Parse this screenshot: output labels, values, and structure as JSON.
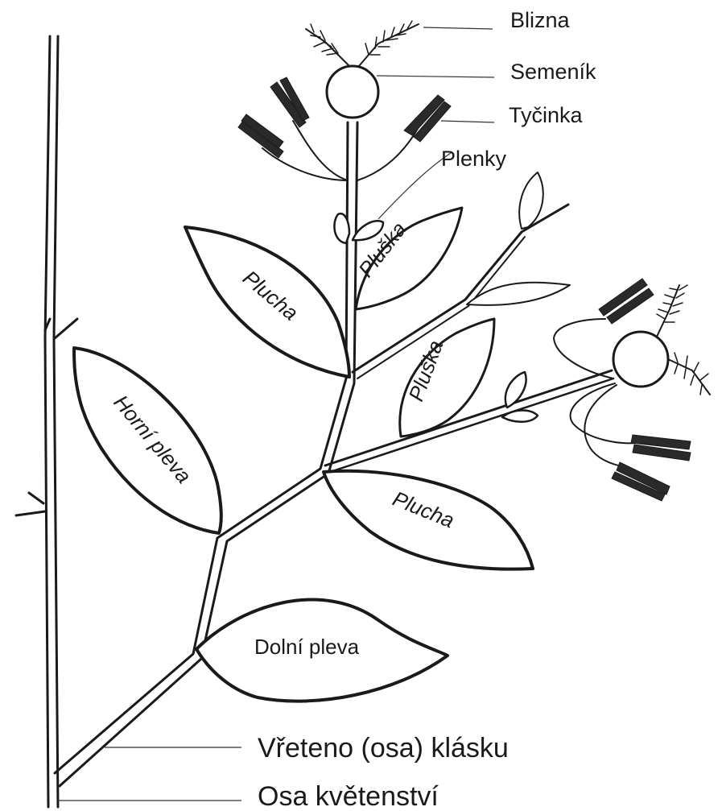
{
  "labels": {
    "blizna": "Blizna",
    "semenik": "Semeník",
    "tycinka": "Tyčinka",
    "plenky": "Plenky",
    "pluska_upper": "Pluška",
    "pluska_lower": "Pluška",
    "plucha_upper": "Plucha",
    "plucha_lower": "Plucha",
    "horni_pleva": "Horní pleva",
    "dolni_pleva": "Dolní pleva",
    "vreteno": "Vřeteno (osa) klásku",
    "osa": "Osa květenství"
  },
  "colors": {
    "ink": "#1a1a1a",
    "background": "#ffffff"
  }
}
